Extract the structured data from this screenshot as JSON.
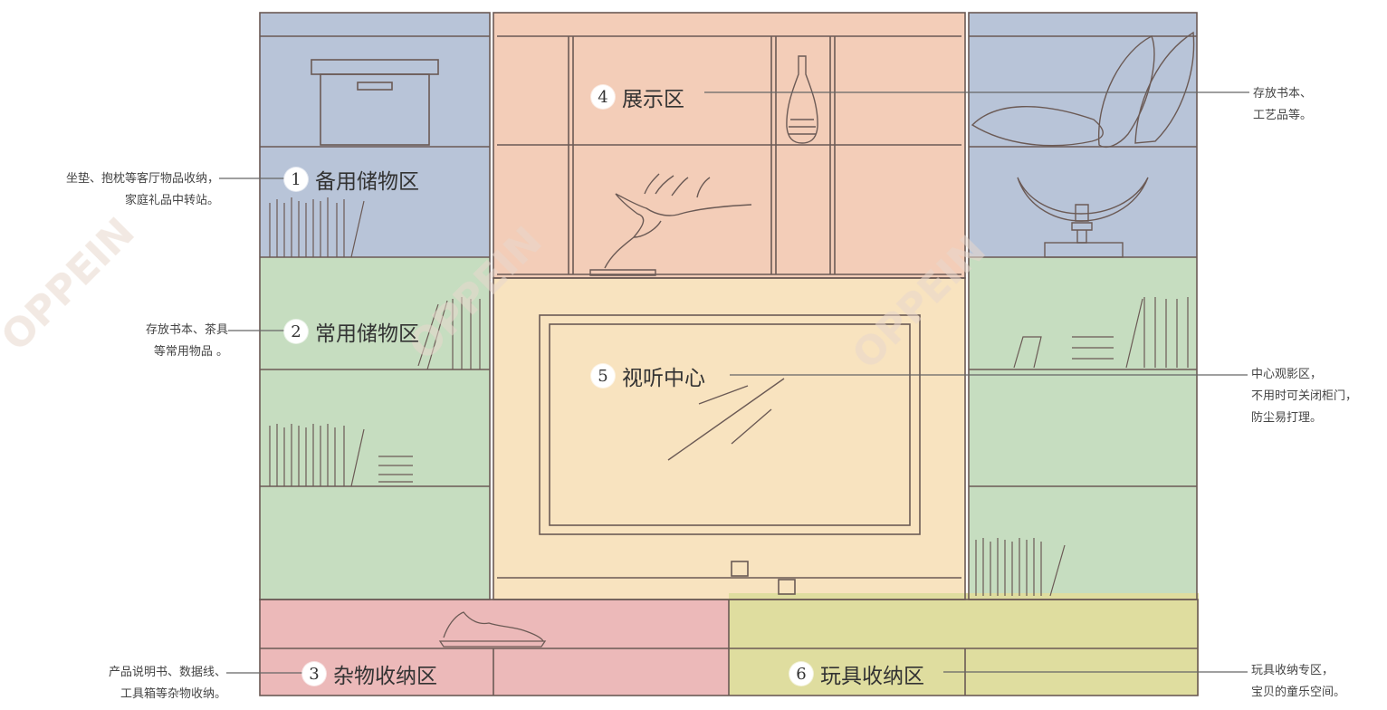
{
  "zones": [
    {
      "number": "1",
      "title": "备用储物区",
      "note_lines": [
        "坐垫、抱枕等客厅物品收纳，",
        "家庭礼品中转站。"
      ],
      "color": "#b8c4d8"
    },
    {
      "number": "2",
      "title": "常用储物区",
      "note_lines": [
        "存放书本、茶具",
        "等常用物品 。"
      ],
      "color": "#c6ddc0"
    },
    {
      "number": "3",
      "title": "杂物收纳区",
      "note_lines": [
        "产品说明书、数据线、",
        "工具箱等杂物收纳。"
      ],
      "color": "#ecb9b9"
    },
    {
      "number": "4",
      "title": "展示区",
      "note_lines": [
        "存放书本、",
        "工艺品等。"
      ],
      "color": "#f3cdb8"
    },
    {
      "number": "5",
      "title": "视听中心",
      "note_lines": [
        "中心观影区，",
        "不用时可关闭柜门，",
        "防尘易打理。"
      ],
      "color": "#f8e3bf"
    },
    {
      "number": "6",
      "title": "玩具收纳区",
      "note_lines": [
        "玩具收纳专区，",
        "宝贝的童乐空间。"
      ],
      "color": "#dfdd9f"
    }
  ],
  "watermark": "OPPEIN",
  "colors": {
    "line": "#6b5a55",
    "leader": "#666666"
  }
}
